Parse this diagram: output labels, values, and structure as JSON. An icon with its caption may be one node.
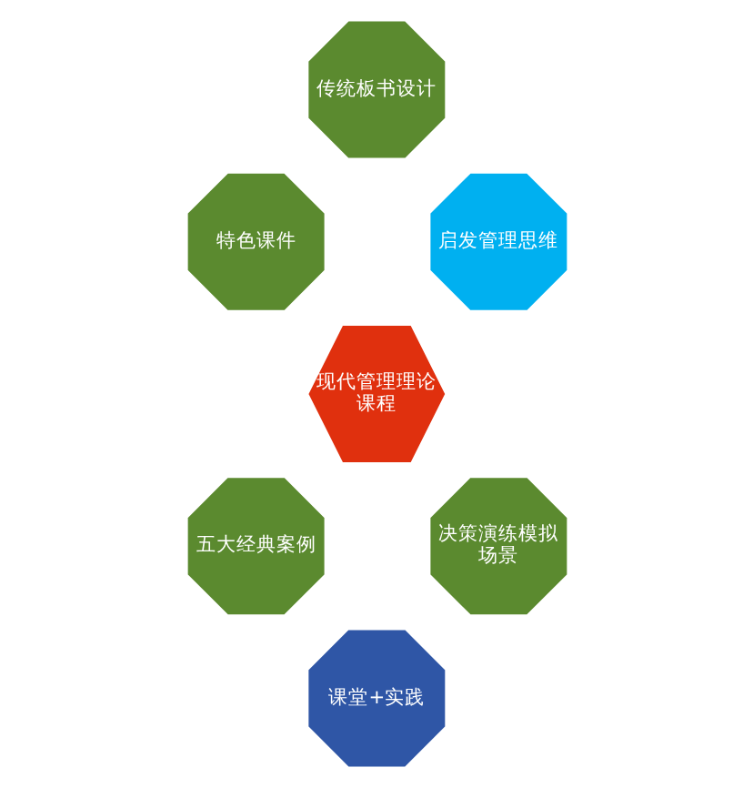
{
  "diagram": {
    "nodes": [
      {
        "text": [
          "传统板书设计"
        ]
      },
      {
        "text": [
          "特色课件"
        ]
      },
      {
        "text": [
          "启发管理思维"
        ]
      },
      {
        "text": [
          "现代管理理论课程"
        ]
      },
      {
        "text": [
          "五大经典案例"
        ]
      },
      {
        "text": [
          "决策演练模拟场景"
        ]
      },
      {
        "text": [
          "课堂+实践"
        ]
      }
    ]
  }
}
